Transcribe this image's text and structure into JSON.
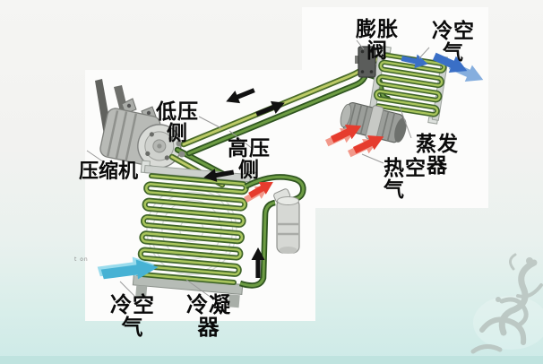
{
  "slide": {
    "background_top_color": "#f5f5f3",
    "background_bottom_color": "#cdeae7",
    "bottom_strip_color": "#bfe3df",
    "panel_color": "#fcfcfb"
  },
  "diagram": {
    "labels": {
      "compressor": "压缩机",
      "low_pressure_side": "低压\n侧",
      "high_pressure_side": "高压\n侧",
      "expansion_valve": "膨胀\n阀",
      "cold_air_top": "冷空\n气",
      "evaporator": "蒸发\n器",
      "hot_air": "热空\n气",
      "cold_air_bottom": "冷空\n气",
      "condenser": "冷凝\n器"
    },
    "watermark_fragment": "t on",
    "colors": {
      "pipe_light_green": "#bccb66",
      "pipe_dark_green": "#6d9c43",
      "flow_arrow_black": "#111111",
      "hot_air_red": "#e63c2e",
      "cold_air_blue": "#3a6fc6",
      "intake_air_cyan": "#47b2d4",
      "metal_gray": "#c9cdc9"
    }
  }
}
